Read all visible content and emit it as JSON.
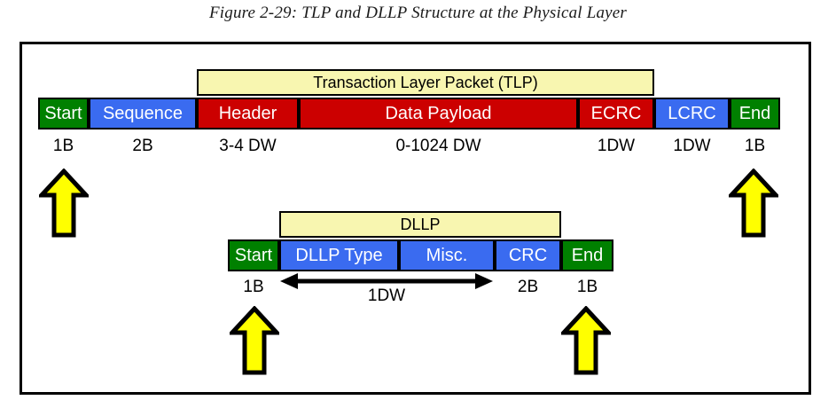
{
  "figure": {
    "title": "Figure 2-29: TLP and DLLP Structure at the Physical Layer"
  },
  "colors": {
    "green": "#008000",
    "blue": "#3a6bf0",
    "red": "#cc0000",
    "yellow_band": "#f8f6b0",
    "arrow_yellow": "#ffff00",
    "outline": "#000000",
    "frame": "#000000"
  },
  "tlp": {
    "band_label": "Transaction Layer Packet (TLP)",
    "fields": [
      {
        "label": "Start",
        "size": "1B",
        "color": "green"
      },
      {
        "label": "Sequence",
        "size": "2B",
        "color": "blue"
      },
      {
        "label": "Header",
        "size": "3-4 DW",
        "color": "red"
      },
      {
        "label": "Data Payload",
        "size": "0-1024 DW",
        "color": "red"
      },
      {
        "label": "ECRC",
        "size": "1DW",
        "color": "red"
      },
      {
        "label": "LCRC",
        "size": "1DW",
        "color": "blue"
      },
      {
        "label": "End",
        "size": "1B",
        "color": "green"
      }
    ]
  },
  "dllp": {
    "band_label": "DLLP",
    "fields": [
      {
        "label": "Start",
        "size": "1B",
        "color": "green"
      },
      {
        "label": "DLLP Type",
        "size": "",
        "color": "blue"
      },
      {
        "label": "Misc.",
        "size": "",
        "color": "blue"
      },
      {
        "label": "CRC",
        "size": "2B",
        "color": "blue"
      },
      {
        "label": "End",
        "size": "1B",
        "color": "green"
      }
    ],
    "dimension_label": "1DW"
  }
}
